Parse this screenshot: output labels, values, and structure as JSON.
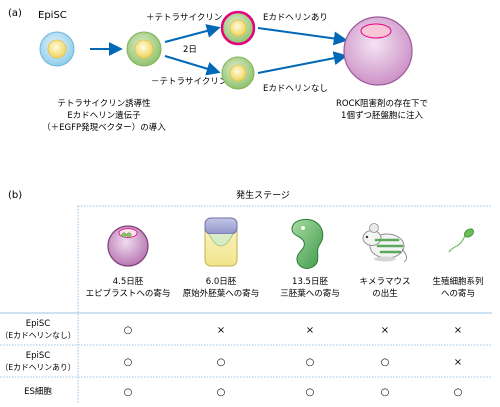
{
  "panel_a": {
    "label": "(a)",
    "cell_episc": "EpiSC",
    "treatment_plus": "＋テトラサイクリン",
    "treatment_minus": "－テトラサイクリン",
    "duration": "2日",
    "ecad_present": "Eカドヘリンあり",
    "ecad_absent": "Eカドヘリンなし",
    "note_left": [
      "テトラサイクリン誘導性",
      "Eカドヘリン遺伝子",
      "（＋EGFP発現ベクター）の導入"
    ],
    "note_right": [
      "ROCK阻害剤の存在下で",
      "1個ずつ胚盤胞に注入"
    ]
  },
  "panel_b": {
    "label": "(b)",
    "header": "発生ステージ",
    "stages": [
      {
        "line1": "4.5日胚",
        "line2": "エピブラストへの寄与",
        "icon": "blastocyst-icon"
      },
      {
        "line1": "6.0日胚",
        "line2": "原始外胚葉への寄与",
        "icon": "egg-cylinder-icon"
      },
      {
        "line1": "13.5日胚",
        "line2": "三胚葉への寄与",
        "icon": "embryo-icon"
      },
      {
        "line1": "キメラマウス",
        "line2": "の出生",
        "icon": "mouse-icon"
      },
      {
        "line1": "生殖細胞系列",
        "line2": "への寄与",
        "icon": "sperm-icon"
      }
    ],
    "rows": [
      {
        "line1": "EpiSC",
        "line2": "（Eカドヘリンなし）",
        "cells": [
          "○",
          "×",
          "×",
          "×",
          "×"
        ]
      },
      {
        "line1": "EpiSC",
        "line2": "（Eカドヘリンあり）",
        "cells": [
          "○",
          "○",
          "○",
          "○",
          "×"
        ]
      },
      {
        "line1": "ES細胞",
        "line2": "",
        "cells": [
          "○",
          "○",
          "○",
          "○",
          "○"
        ]
      }
    ]
  },
  "colors": {
    "arrow": "#0068b7",
    "cell_green": "#a9d18e",
    "cell_blue": "#bde3f5",
    "nucleus": "#f6e98a",
    "magenta_ring": "#e4007f",
    "blastocyst": "#c98bc4",
    "grid_line": "#7fb2dc"
  }
}
